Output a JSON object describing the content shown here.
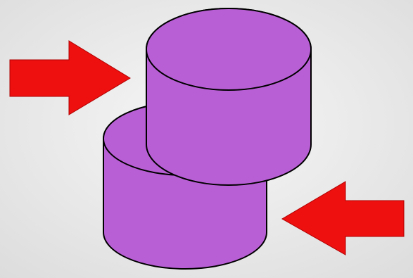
{
  "colors": {
    "background_center": "#f7f7f7",
    "background_edge": "#dcdcdc",
    "cylinder_fill": "#b95fd6",
    "cylinder_stroke": "#000000",
    "arrow_fill": "#ee0f0f",
    "arrow_stroke": "#b00000"
  },
  "diagram": {
    "elements": [
      {
        "kind": "cylinder",
        "label": "",
        "position": "lower-left"
      },
      {
        "kind": "cylinder",
        "label": "",
        "position": "upper-right"
      },
      {
        "kind": "arrow",
        "direction": "right",
        "position": "left"
      },
      {
        "kind": "arrow",
        "direction": "left",
        "position": "right"
      }
    ]
  }
}
